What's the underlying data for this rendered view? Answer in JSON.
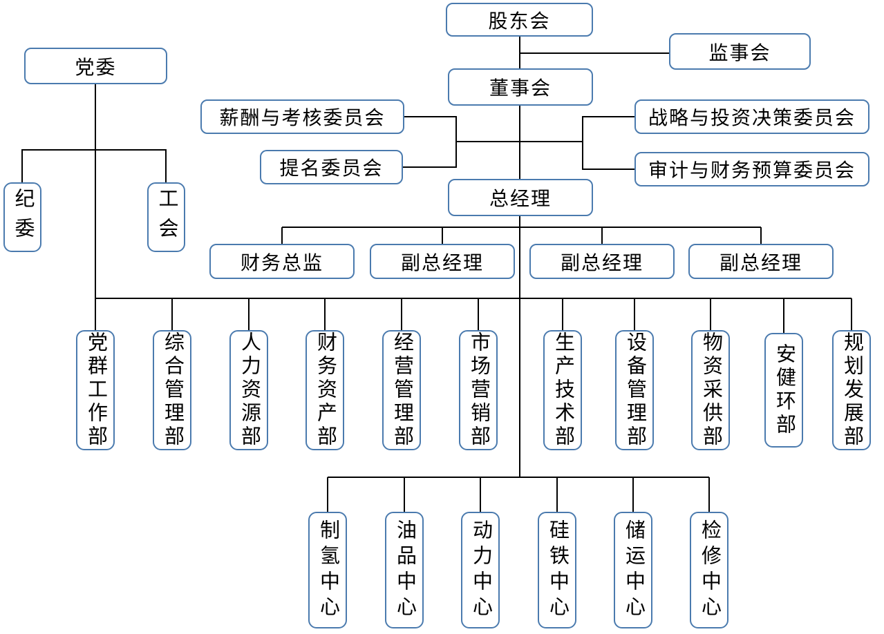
{
  "diagram": {
    "type": "org-chart",
    "colors": {
      "box_border": "#4a7aae",
      "connector_line": "#000000",
      "box_fill": "#ffffff",
      "text": "#000000",
      "background": "#ffffff"
    }
  },
  "nodes": {
    "shareholders_meeting": "股东会",
    "supervisory_board": "监事会",
    "board_of_directors": "董事会",
    "party_committee": "党委",
    "discipline_committee": "纪委",
    "labor_union": "工会",
    "compensation_assessment_committee": "薪酬与考核委员会",
    "nomination_committee": "提名委员会",
    "strategy_investment_committee": "战略与投资决策委员会",
    "audit_budget_committee": "审计与财务预算委员会",
    "general_manager": "总经理"
  },
  "management_row": [
    "财务总监",
    "副总经理",
    "副总经理",
    "副总经理"
  ],
  "departments": [
    "党群工作部",
    "综合管理部",
    "人力资源部",
    "财务资产部",
    "经营管理部",
    "市场营销部",
    "生产技术部",
    "设备管理部",
    "物资采供部",
    "安健环部",
    "规划发展部"
  ],
  "centers": [
    "制氢中心",
    "油品中心",
    "动力中心",
    "硅铁中心",
    "储运中心",
    "检修中心"
  ]
}
